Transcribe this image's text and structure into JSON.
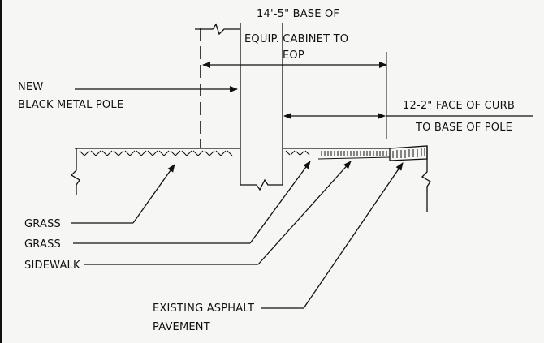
{
  "labels": {
    "dim_top": [
      "14'-5\" BASE OF",
      "EQUIP. CABINET TO",
      "EOP"
    ],
    "pole_note": [
      "NEW",
      "BLACK METAL POLE"
    ],
    "dim_right": [
      "12-2\" FACE OF CURB",
      "TO BASE OF POLE"
    ],
    "grass_left": "GRASS",
    "grass_right": "GRASS",
    "sidewalk": "SIDEWALK",
    "asphalt": [
      "EXISTING ASPHALT",
      "PAVEMENT"
    ]
  }
}
